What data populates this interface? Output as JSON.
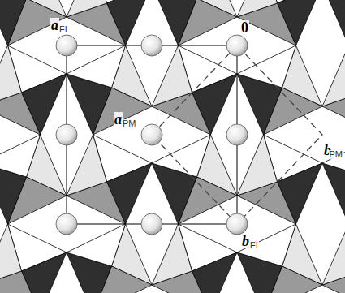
{
  "diagram": {
    "labels": [
      "a",
      "FI",
      "0",
      "a",
      "PM",
      "b",
      "PM",
      "b",
      "FI"
    ]
  }
}
